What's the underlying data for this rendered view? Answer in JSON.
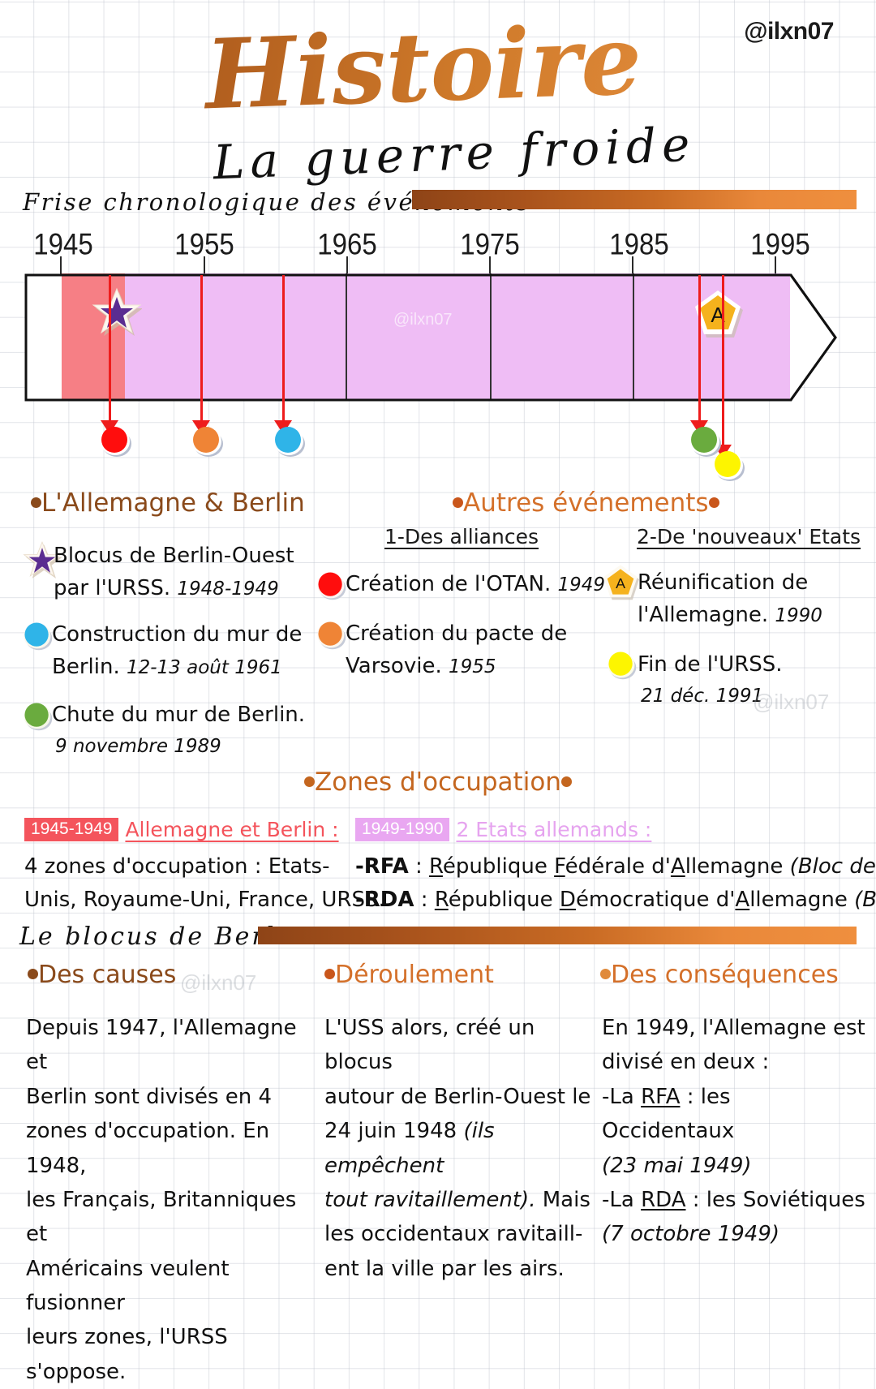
{
  "watermarks": {
    "top_handle": "@ilxn07",
    "timeline": "@ilxn07",
    "legend": "@ilxn07",
    "blocus": "@ilxn07"
  },
  "header": {
    "title": "Histoire",
    "subtitle": "La guerre froide",
    "frise_label": "Frise chronologique des événements",
    "band_color_start": "#8e4417",
    "band_color_end": "#ef8f3e"
  },
  "timeline": {
    "years": [
      "1945",
      "1955",
      "1965",
      "1975",
      "1985",
      "1995"
    ],
    "fill_red": "#f4636a",
    "fill_pink": "#e9a7f1",
    "connector_color": "#ee1c1c",
    "markers": [
      {
        "name": "star",
        "label": "",
        "year": "1948-1949",
        "color": "#5b2d91"
      },
      {
        "name": "pentagon",
        "label": "A",
        "year": "1990",
        "color": "#f5b21d"
      }
    ],
    "dots": [
      {
        "name": "otan-dot",
        "color": "#ff0d0d",
        "year": "1949"
      },
      {
        "name": "varsovie-dot",
        "color": "#ef8436",
        "year": "1955"
      },
      {
        "name": "mur-construction-dot",
        "color": "#2fb4e8",
        "year": "1961"
      },
      {
        "name": "mur-chute-dot",
        "color": "#6aab3e",
        "year": "1989"
      },
      {
        "name": "fin-urss-dot",
        "color": "#fdf500",
        "year": "1991"
      }
    ]
  },
  "legend": {
    "allemagne": {
      "heading": "L'Allemagne & Berlin",
      "heading_color": "#8a4a1b",
      "items": [
        {
          "icon": "star",
          "icon_color": "#5b2d91",
          "text": "Blocus de Berlin-Ouest par l'URSS. ",
          "date": "1948-1949"
        },
        {
          "icon": "dot",
          "icon_color": "#2fb4e8",
          "text": "Construction du mur de Berlin. ",
          "date": "12-13 août 1961"
        },
        {
          "icon": "dot",
          "icon_color": "#6aab3e",
          "text": "Chute du mur de Berlin.",
          "date": "9 novembre 1989"
        }
      ]
    },
    "autres": {
      "heading": "Autres événements",
      "heading_color": "#d4702a",
      "sub1": "1-Des alliances",
      "sub2": "2-De 'nouveaux' Etats",
      "alliances": [
        {
          "icon": "dot",
          "icon_color": "#ff0d0d",
          "text": "Création de l'OTAN. ",
          "date": "1949"
        },
        {
          "icon": "dot",
          "icon_color": "#ef8436",
          "text": "Création du pacte de Varsovie. ",
          "date": "1955"
        }
      ],
      "etats": [
        {
          "icon": "pentagon",
          "icon_color": "#f5b21d",
          "icon_label": "A",
          "text": "Réunification de l'Allemagne. ",
          "date": "1990"
        },
        {
          "icon": "dot",
          "icon_color": "#fdf500",
          "text": "Fin de l'URSS.",
          "date": "21 déc. 1991"
        }
      ]
    }
  },
  "zones": {
    "title": "Zones d'occupation",
    "left": {
      "chip": "1945-1949",
      "chip_color": "#f4545c",
      "label": "Allemagne et Berlin :",
      "lines": [
        "4 zones d'occupation : Etats-",
        "Unis, Royaume-Uni, France, URSS."
      ]
    },
    "right": {
      "chip": "1949-1990",
      "chip_color": "#e9a7f1",
      "label": "2 Etats allemands :",
      "rfa": {
        "abbr": "-RFA",
        "sep": " : ",
        "p1": "R",
        "p1r": "épublique ",
        "p2": "F",
        "p2r": "édérale d'",
        "p3": "A",
        "p3r": "llemagne ",
        "paren": "(Bloc de l'Ouest)"
      },
      "rda": {
        "abbr": "-RDA",
        "sep": " : ",
        "p1": "R",
        "p1r": "épublique ",
        "p2": "D",
        "p2r": "émocratique d'",
        "p3": "A",
        "p3r": "llemagne ",
        "paren": "(Bloc de l'Est)"
      }
    }
  },
  "blocus": {
    "label": "Le blocus de Berlin",
    "causes": {
      "heading": "Des causes",
      "heading_color": "#8a4a1b",
      "lines": [
        "Depuis 1947, l'Allemagne et",
        "Berlin sont divisés en 4",
        "zones d'occupation. En 1948,",
        "les Français, Britanniques et",
        "Américains veulent fusionner",
        "leurs zones, l'URSS s'oppose."
      ]
    },
    "deroulement": {
      "heading": "Déroulement",
      "heading_color": "#d4702a",
      "l1": "L'USS alors, créé un blocus",
      "l2": "autour de Berlin-Ouest le",
      "l3a": "24 juin 1948 ",
      "l3i": "(ils empêchent",
      "l4i": "tout ravitaillement).",
      "l4a": " Mais",
      "l5": "les occidentaux ravitaill-",
      "l6": "ent la ville par les airs."
    },
    "consequences": {
      "heading": "Des conséquences",
      "heading_color": "#d4702a",
      "l1": "En 1949, l'Allemagne est",
      "l2": "divisé en deux :",
      "l3a": "-La ",
      "l3u": "RFA",
      "l3b": " : les Occidentaux",
      "l4": "(23 mai 1949)",
      "l5a": "-La ",
      "l5u": "RDA",
      "l5b": " : les Soviétiques",
      "l6": "(7 octobre 1949)"
    }
  }
}
